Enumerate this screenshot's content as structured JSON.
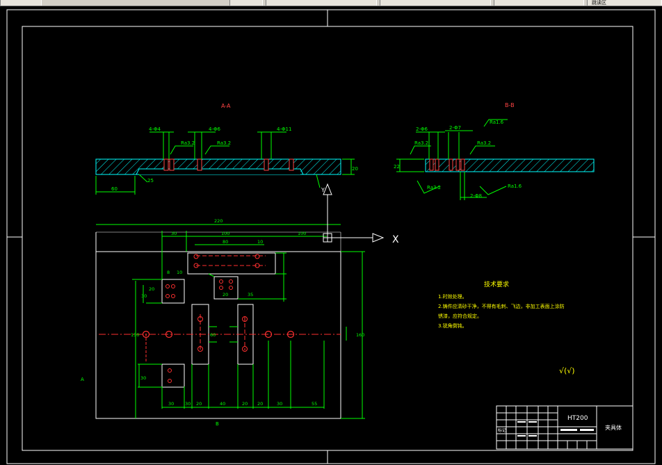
{
  "tabs": [
    {
      "label": ""
    },
    {
      "label": ""
    },
    {
      "label": ""
    },
    {
      "label": ""
    },
    {
      "label": ""
    },
    {
      "label": "跳读区"
    }
  ],
  "colors": {
    "background": "#000000",
    "frame": "#ffffff",
    "dimension": "#00ff00",
    "hatch": "#00ffff",
    "centerline": "#ff3030",
    "text_yellow": "#ffff00"
  },
  "sections": {
    "aa_label": "A-A",
    "bb_label": "B-B"
  },
  "dims": {
    "top_d1": "4-Φ4",
    "top_d2": "4-Φ6",
    "top_d3": "4-Φ11",
    "top_r1": "Ra3.2",
    "top_r2": "Ra3.2",
    "top_60": "60",
    "top_25": "25",
    "top_20": "20",
    "right_d1": "2-Φ6",
    "right_d2": "2-Φ7",
    "right_r1": "Ra1.6",
    "right_r2": "Ra3.2",
    "right_r3": "Ra3.2",
    "right_r4": "Ra3.2",
    "right_r5": "Ra1.6",
    "right_22": "22",
    "right_d3": "2-Φ8",
    "plan_total": "220",
    "plan_30": "30",
    "plan_100": "100",
    "plan_80": "80",
    "plan_10": "10",
    "plan_100b": "100",
    "plan_8": "8",
    "plan_10b": "10",
    "plan_20": "20",
    "plan_35": "35",
    "plan_bottom_1": "30",
    "plan_bottom_2": "30",
    "plan_bottom_3": "20",
    "plan_bottom_4": "40",
    "plan_bottom_5": "20",
    "plan_bottom_6": "20",
    "plan_bottom_7": "30",
    "plan_bottom_8": "55",
    "plan_left_1": "30",
    "plan_left_2": "20",
    "plan_left_3": "30",
    "plan_right_1": "150",
    "plan_right_2": "160",
    "plan_mid": "60"
  },
  "view_labels": {
    "a_mark": "A",
    "b_mark": "B"
  },
  "ucs": {
    "x_label": "X",
    "y_label": "Y"
  },
  "tech_notes": {
    "title": "技术要求",
    "line1": "1.时效处理。",
    "line2": "2.铸件应清砂干净，不得有毛刺、飞边，非加工表面上涂防",
    "line3": "锈漆，应符合规定。",
    "line4": "3.锐角倒钝。"
  },
  "roughness_symbol": "√(√)",
  "title_block": {
    "material": "HT200",
    "part_name": "夹具体",
    "row_label": "标记"
  }
}
